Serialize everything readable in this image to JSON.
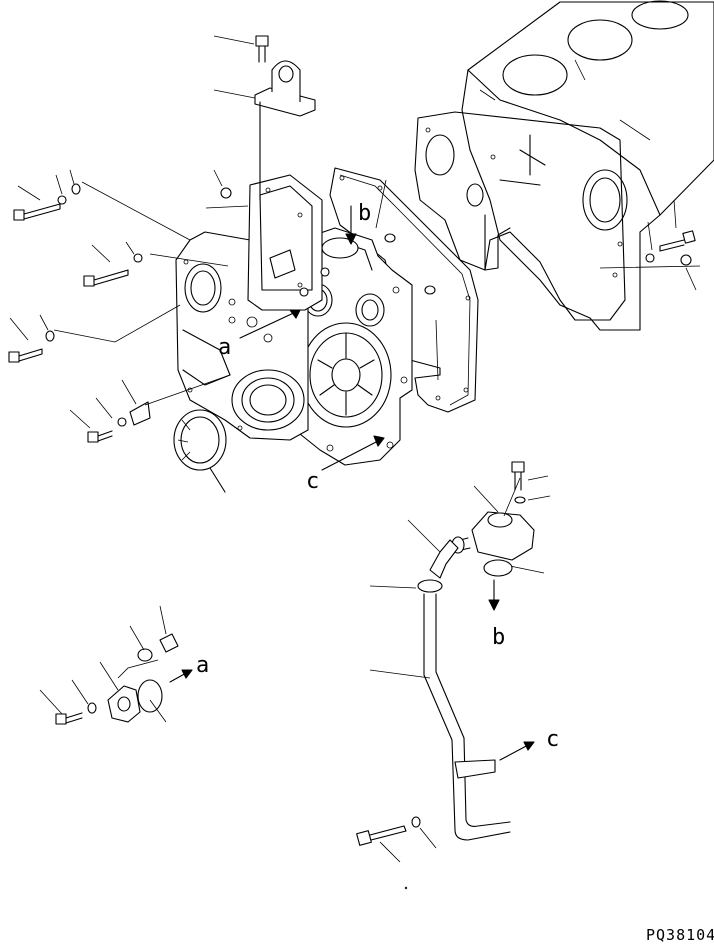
{
  "drawing": {
    "code": "PQ38104",
    "reference_letters": {
      "a": "a",
      "b": "b",
      "c": "c"
    }
  }
}
